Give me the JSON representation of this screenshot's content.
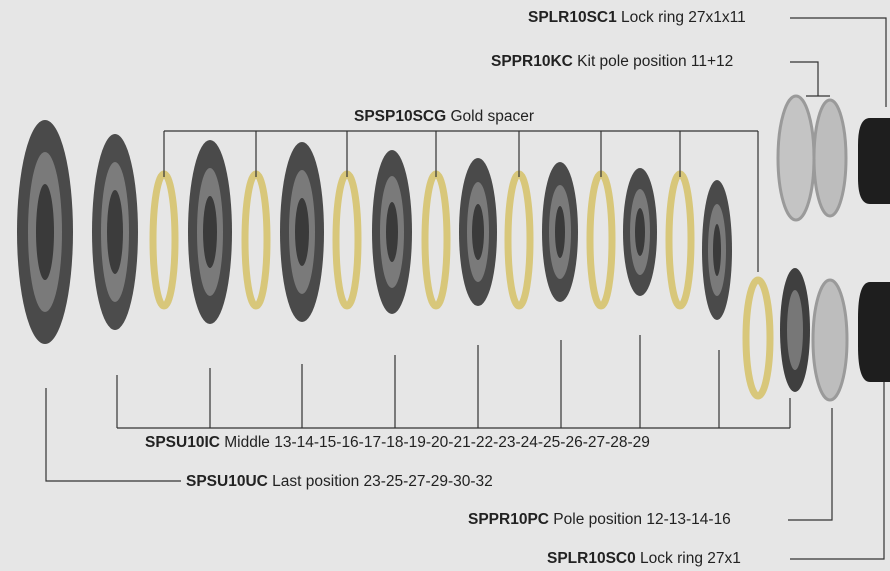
{
  "diagram": {
    "parts": [
      {
        "code": "SPLR10SC1",
        "desc": "Lock ring 27x1x11"
      },
      {
        "code": "SPPR10KC",
        "desc": "Kit pole position 11+12"
      },
      {
        "code": "SPSP10SCG",
        "desc": "Gold spacer"
      },
      {
        "code": "SPSU10IC",
        "desc": "Middle 13-14-15-16-17-18-19-20-21-22-23-24-25-26-27-28-29"
      },
      {
        "code": "SPSU10UC",
        "desc": "Last position 23-25-27-29-30-32"
      },
      {
        "code": "SPPR10PC",
        "desc": "Pole position 12-13-14-16"
      },
      {
        "code": "SPLR10SC0",
        "desc": "Lock ring 27x1"
      }
    ]
  },
  "colors": {
    "background": "#e6e6e6",
    "line": "#333333",
    "sprocket": "#4a4a4a",
    "gold_spacer": "#d8c77a",
    "pole_part": "#b9b9b9",
    "lock_ring": "#1e1e1e"
  }
}
